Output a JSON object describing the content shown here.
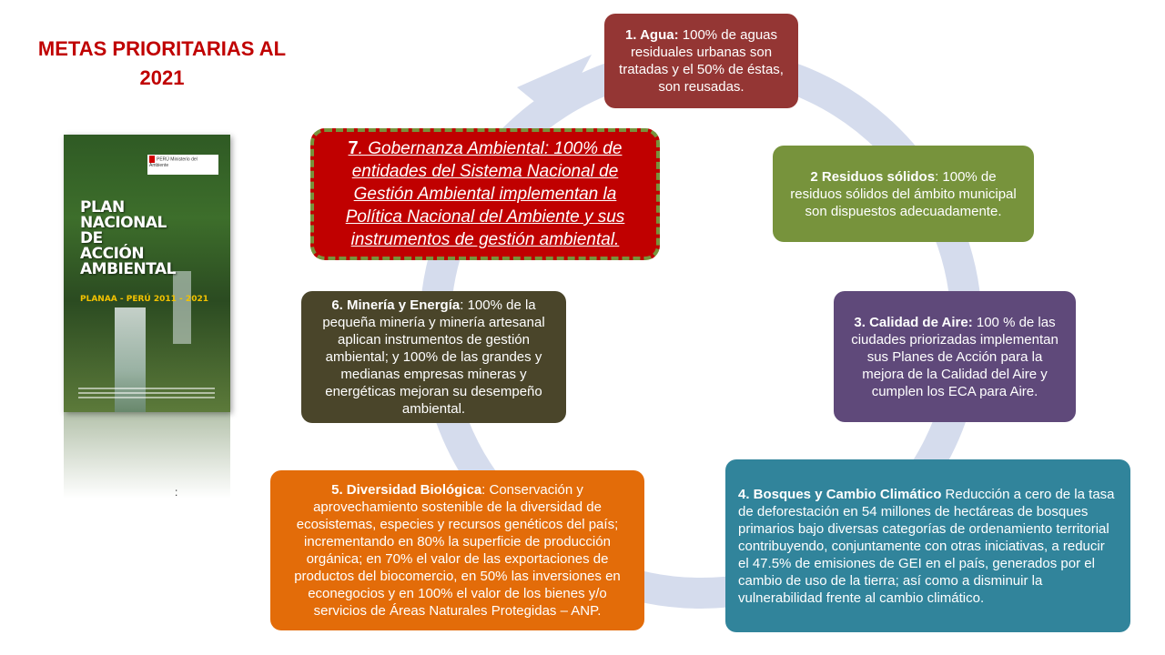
{
  "title": "METAS  PRIORITARIAS AL 2021",
  "book": {
    "header": "PERÚ Ministerio del Ambiente",
    "title_lines": [
      "PLAN",
      "NACIONAL",
      "DE",
      "ACCIÓN",
      "AMBIENTAL"
    ],
    "subtitle": "PLANAA - PERÚ 2011 - 2021"
  },
  "colon": ":",
  "goals": {
    "g1": {
      "heading": "1. Agua:",
      "text": " 100% de aguas residuales urbanas son tratadas y el 50% de éstas, son reusadas."
    },
    "g2": {
      "heading": "2 Residuos sólidos",
      "text": ": 100% de residuos sólidos del ámbito municipal son dispuestos adecuadamente."
    },
    "g3": {
      "heading": "3.  Calidad de Aire:",
      "text": " 100 % de las ciudades priorizadas implementan sus Planes de Acción para la mejora de la Calidad del Aire y cumplen los ECA para Aire."
    },
    "g4": {
      "heading": "4.  Bosques y Cambio Climático",
      "text": "  Reducción a cero de la tasa de deforestación en 54 millones de hectáreas de bosques primarios bajo diversas categorías de ordenamiento territorial contribuyendo, conjuntamente con otras iniciativas, a reducir el 47.5% de emisiones de GEI en el país, generados por el cambio de uso de la tierra; así como a disminuir la vulnerabilidad frente al cambio climático."
    },
    "g5": {
      "heading": "5.  Diversidad Biológica",
      "text": ": Conservación y aprovechamiento sostenible de la diversidad  de ecosistemas, especies y recursos genéticos del país; incrementando en 80% la superficie de producción orgánica; en 70% el valor de las exportaciones de productos del biocomercio, en 50% las inversiones en econegocios y en 100% el valor de los bienes y/o servicios de Áreas Naturales Protegidas – ANP."
    },
    "g6": {
      "heading": "6.  Minería y Energía",
      "text": ": 100% de la pequeña minería y minería artesanal aplican instrumentos de gestión ambiental; y 100% de las grandes y medianas empresas mineras y energéticas mejoran su desempeño ambiental."
    },
    "g7": {
      "number": "7",
      "text": ". Gobernanza Ambiental: 100% de entidades del Sistema Nacional de Gestión Ambiental implementan la Política Nacional del Ambiente y sus instrumentos de gestión ambiental",
      "end": "."
    }
  },
  "colors": {
    "g1": "#943634",
    "g2": "#77933c",
    "g3": "#5f497a",
    "g4": "#31849b",
    "g5": "#e36c09",
    "g6": "#4a452a",
    "g7": "#c00000",
    "cycle": "#d5dced"
  }
}
